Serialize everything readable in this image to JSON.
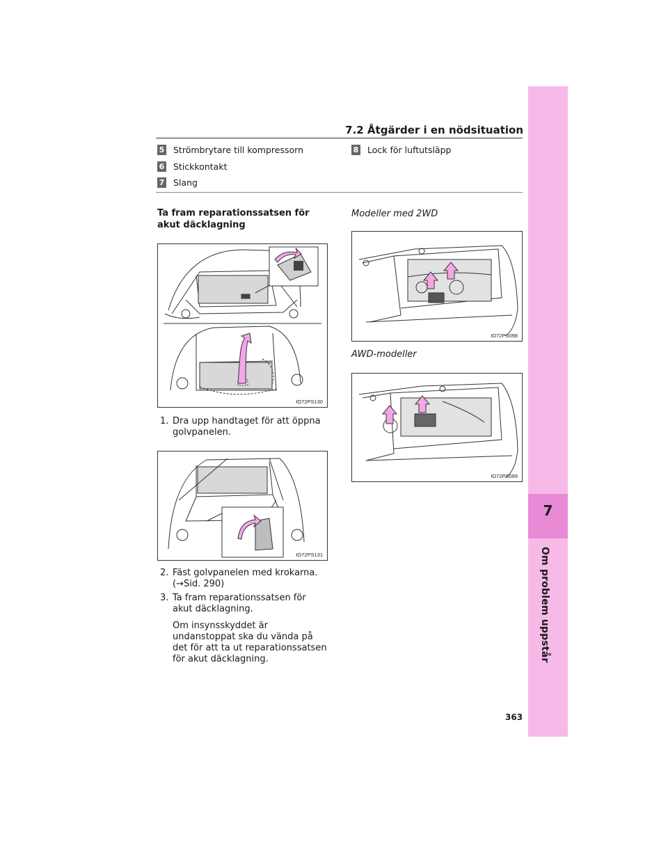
{
  "header": {
    "section": "7.2 Åtgärder i en nödsituation"
  },
  "side_tab": {
    "chapter": "7",
    "title": "Om problem uppstår"
  },
  "legend": [
    {
      "num": "5",
      "label": "Strömbrytare till kompressorn"
    },
    {
      "num": "6",
      "label": "Stickkontakt"
    },
    {
      "num": "7",
      "label": "Slang"
    },
    {
      "num": "8",
      "label": "Lock för luftutsläpp"
    }
  ],
  "left": {
    "heading": "Ta fram reparationssatsen för akut däcklagning",
    "fig1_code": "IO72PS130",
    "step1_num": "1.",
    "step1_text": "Dra upp handtaget för att öppna golvpanelen.",
    "fig2_code": "IO72PS131",
    "step2_num": "2.",
    "step2_text": "Fäst golvpanelen med krokarna. (→Sid. 290)",
    "step3_num": "3.",
    "step3_text": "Ta fram reparationssatsen för akut däcklagning.",
    "step3_note": "Om insynsskyddet är undanstoppat ska du vända på det för att ta ut reparationssatsen för akut däcklagning."
  },
  "right": {
    "label_2wd": "Modeller med 2WD",
    "fig3_code": "IO72PS098",
    "label_awd": "AWD-modeller",
    "fig4_code": "IO72PS099"
  },
  "page_number": "363",
  "colors": {
    "tab": "#f7b9e8",
    "tab_dark": "#e98ad6",
    "arrow": "#f4a7e6"
  }
}
